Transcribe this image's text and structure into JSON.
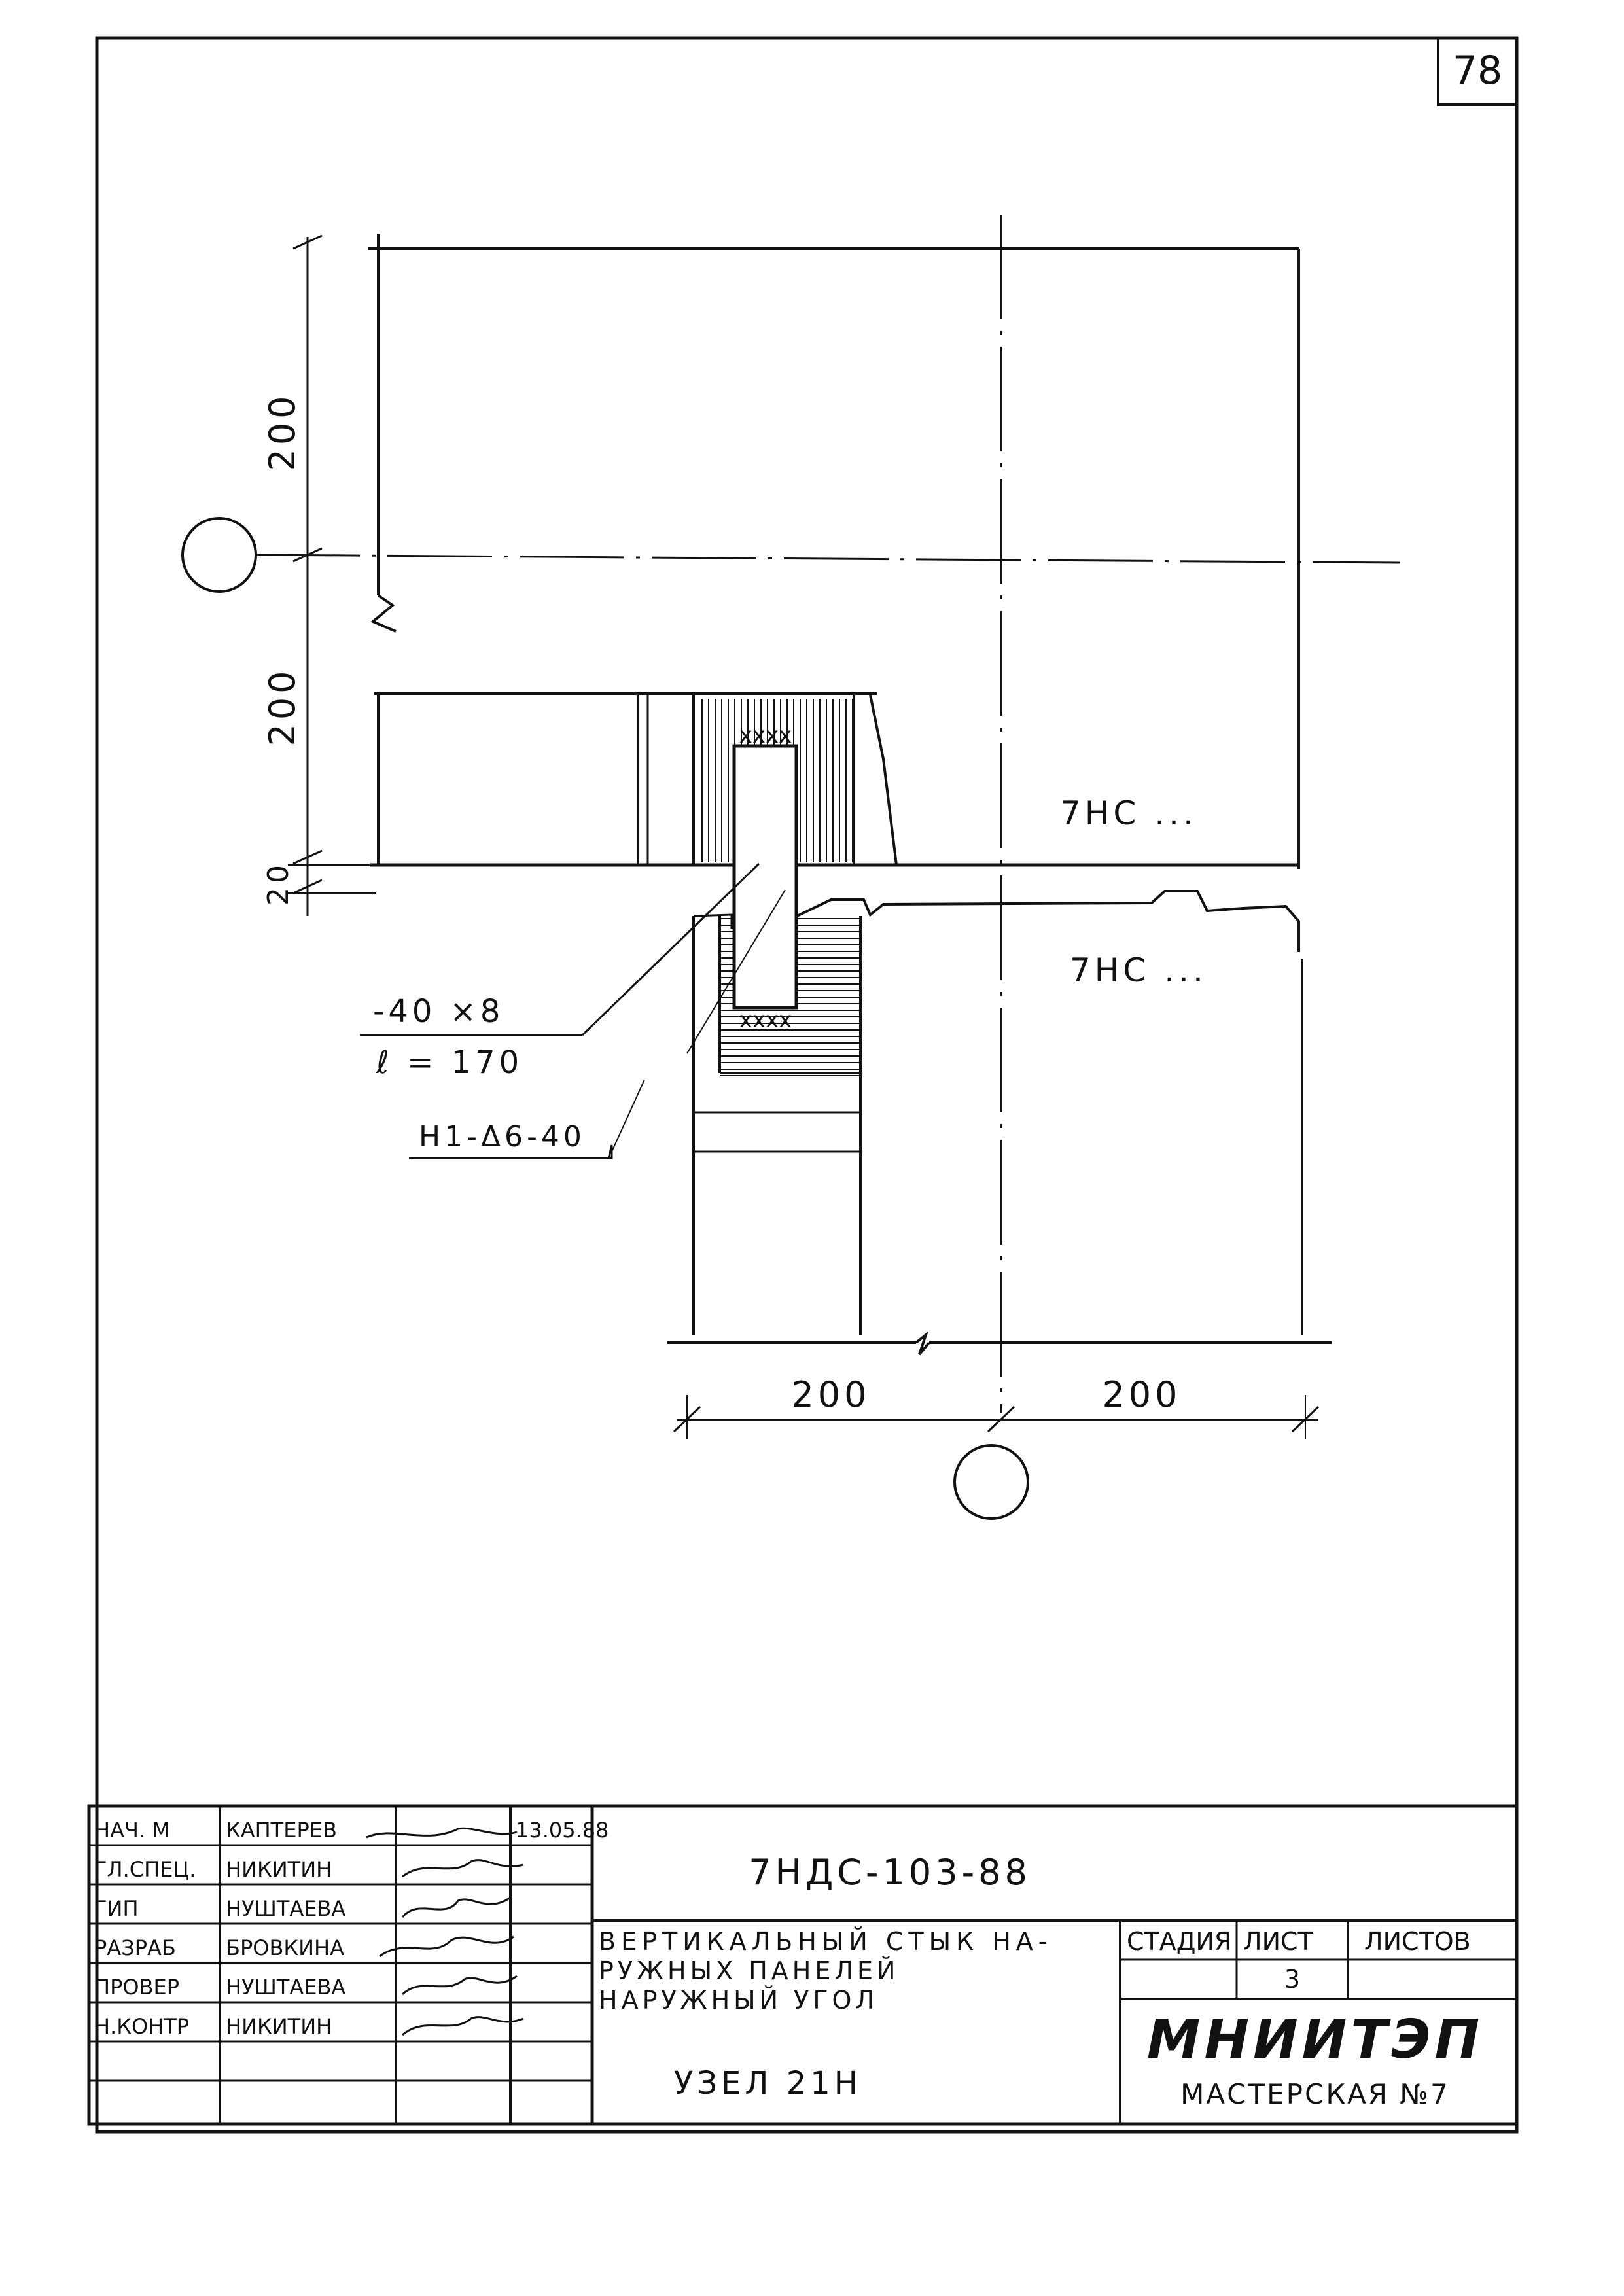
{
  "sheet": {
    "page_number": "78"
  },
  "drawing": {
    "panel_upper_label": "7НС ...",
    "panel_lower_label": "7НС ...",
    "dim_vertical_top": "200",
    "dim_vertical_mid": "200",
    "dim_vertical_small": "20",
    "dim_horizontal_left": "200",
    "dim_horizontal_right": "200",
    "plate_label_line1": "-40 ×8",
    "plate_label_line2": "ℓ = 170",
    "weld_label": "Н1-Δ6-40"
  },
  "title_block": {
    "doc_code": "7НДС-103-88",
    "title_line1": "ВЕРТИКАЛЬНЫЙ СТЫК НА-",
    "title_line2": "РУЖНЫХ ПАНЕЛЕЙ",
    "title_line3": "НАРУЖНЫЙ УГОЛ",
    "node": "УЗЕЛ 21Н",
    "stage_header": "СТАДИЯ",
    "sheet_header": "ЛИСТ",
    "sheets_header": "ЛИСТОВ",
    "sheet_value": "3",
    "org": "МНИИТЭП",
    "workshop": "МАСТЕРСКАЯ №7",
    "date": "13.05.88",
    "roles": [
      {
        "role": "НАЧ. М",
        "name": "КАПТЕРЕВ"
      },
      {
        "role": "ГЛ.СПЕЦ.",
        "name": "НИКИТИН"
      },
      {
        "role": "ГИП",
        "name": "НУШТАЕВА"
      },
      {
        "role": "РАЗРАБ",
        "name": "БРОВКИНА"
      },
      {
        "role": "ПРОВЕР",
        "name": "НУШТАЕВА"
      },
      {
        "role": "Н.КОНТР",
        "name": "НИКИТИН"
      },
      {
        "role": "",
        "name": ""
      },
      {
        "role": "",
        "name": ""
      }
    ]
  }
}
